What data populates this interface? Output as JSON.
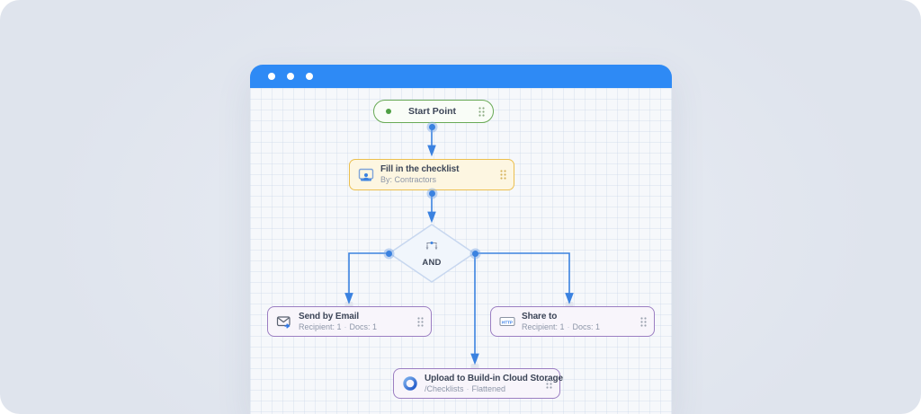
{
  "window": {
    "type": "browser-mockup",
    "titlebar_color": "#2e8af5",
    "control_dots": 3
  },
  "colors": {
    "backdrop": "#dfe4ed",
    "canvas": "#f6f8fb",
    "connector": "#3b82e0",
    "start_border": "#69aa56",
    "checklist_border": "#ecbf4e",
    "action_border": "#9b7ec2"
  },
  "icons": {
    "start": "green-status-dot",
    "checklist": "assignee-board-icon",
    "gateway": "branch-split-icon",
    "send_email": "envelope-send-icon",
    "share_to": "http-badge-icon",
    "upload": "cloud-ring-icon",
    "drag_handle": "drag-handle-dots-icon"
  },
  "nodes": {
    "start": {
      "label": "Start Point"
    },
    "checklist": {
      "title": "Fill in the checklist",
      "subtitle": "By: Contractors"
    },
    "gateway": {
      "label": "AND"
    },
    "send_email": {
      "title": "Send by Email",
      "recipients": "Recipient: 1",
      "separator": "·",
      "docs": "Docs: 1"
    },
    "share_to": {
      "title": "Share to",
      "recipients": "Recipient: 1",
      "separator": "·",
      "docs": "Docs: 1",
      "icon_text": "HTTP"
    },
    "upload": {
      "title": "Upload to Build-in Cloud Storage",
      "path": "/Checklists",
      "separator": "·",
      "mode": "Flattened"
    }
  }
}
